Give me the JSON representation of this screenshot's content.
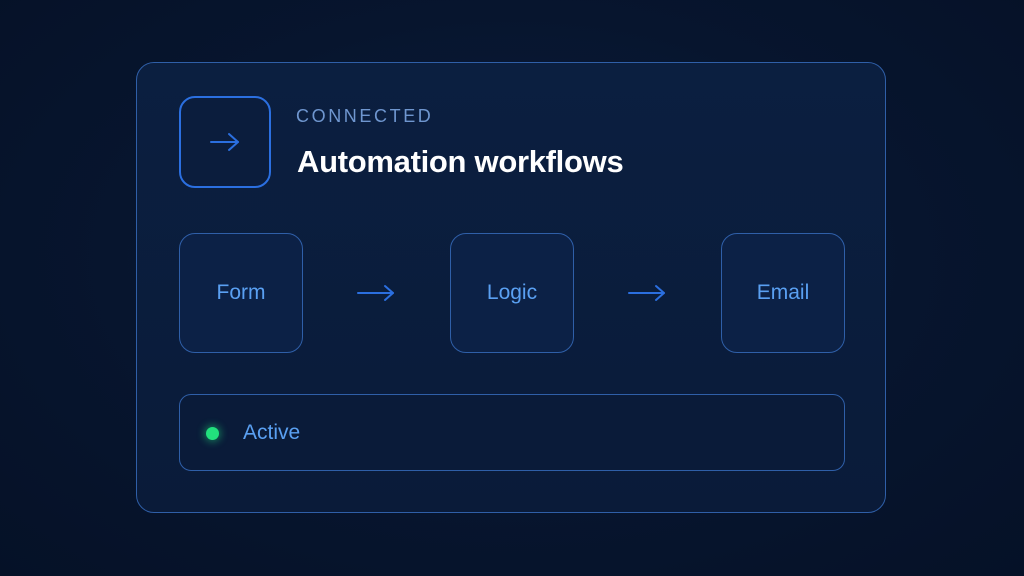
{
  "header": {
    "status_label": "CONNECTED",
    "title": "Automation workflows",
    "icon": "arrow-right-icon"
  },
  "workflow": {
    "steps": [
      {
        "label": "Form"
      },
      {
        "label": "Logic"
      },
      {
        "label": "Email"
      }
    ],
    "connector_icon": "arrow-right-icon"
  },
  "status": {
    "text": "Active",
    "indicator_color": "#22e07d"
  },
  "colors": {
    "background": "#06132b",
    "accent": "#2b6fe0",
    "label_text": "#5aa0f2",
    "border": "#2f5fa8"
  }
}
